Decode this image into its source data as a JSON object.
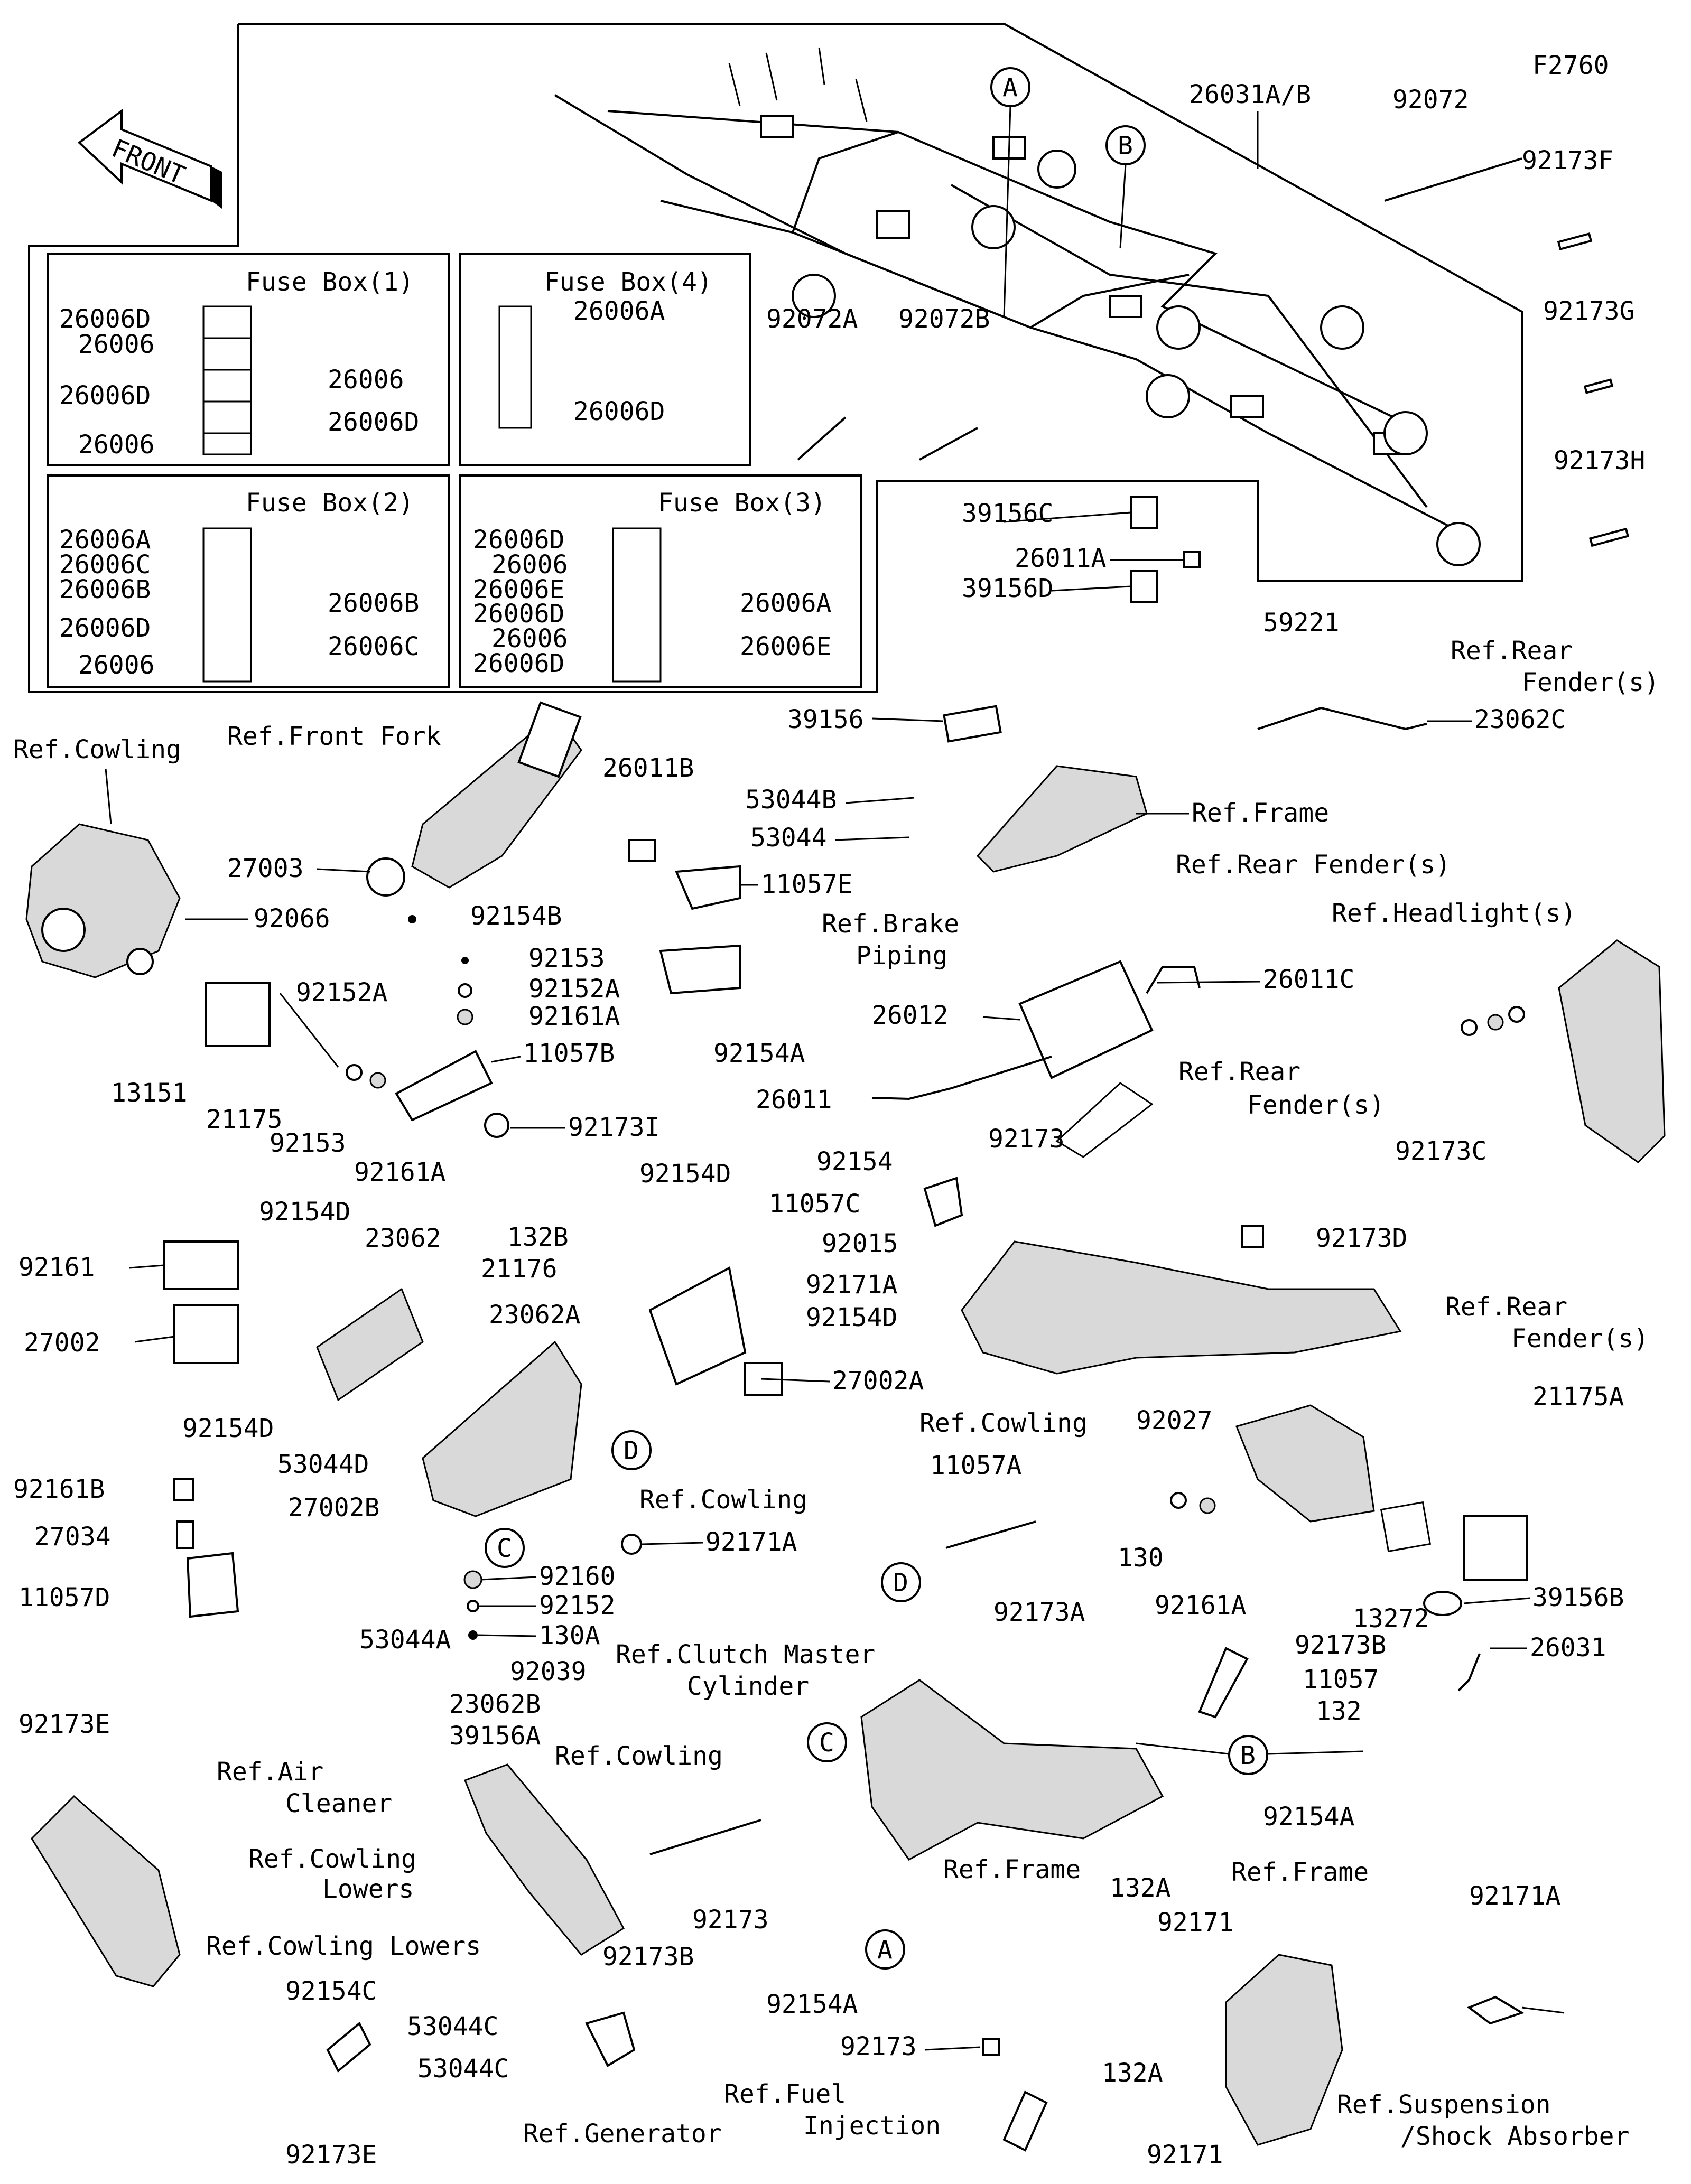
{
  "figure_code": "F2760",
  "front_arrow": "FRONT",
  "circle_refs": [
    "A",
    "B",
    "C",
    "D"
  ],
  "fuse_boxes": {
    "box1": {
      "title": "Fuse Box(1)",
      "left": [
        "26006D",
        "26006",
        "26006D",
        "26006"
      ],
      "right": [
        "26006",
        "26006D"
      ]
    },
    "box2": {
      "title": "Fuse Box(2)",
      "left": [
        "26006A",
        "26006C",
        "26006B",
        "26006D",
        "26006"
      ],
      "right": [
        "26006B",
        "26006C"
      ]
    },
    "box3": {
      "title": "Fuse Box(3)",
      "left": [
        "26006D",
        "26006",
        "26006E",
        "26006D",
        "26006",
        "26006D"
      ],
      "right": [
        "26006A",
        "26006E"
      ]
    },
    "box4": {
      "title": "Fuse Box(4)",
      "right": [
        "26006A",
        "26006D"
      ]
    }
  },
  "labels": {
    "l26031AB": "26031A/B",
    "l92072": "92072",
    "l92173F": "92173F",
    "l92173G": "92173G",
    "l92173H": "92173H",
    "l92072A": "92072A",
    "l92072B": "92072B",
    "l39156C": "39156C",
    "l26011A": "26011A",
    "l39156D": "39156D",
    "l59221": "59221",
    "lRefRearFender1": "Ref.Rear",
    "lRefRearFender1b": "Fender(s)",
    "l23062C": "23062C",
    "l39156": "39156",
    "l53044B": "53044B",
    "l53044": "53044",
    "lRefFrame1": "Ref.Frame",
    "lRefRearFender2": "Ref.Rear Fender(s)",
    "lRefCowling1": "Ref.Cowling",
    "lRefFrontFork": "Ref.Front Fork",
    "l26011B": "26011B",
    "l11057E": "11057E",
    "lRefBrake": "Ref.Brake",
    "lRefBrakeb": "Piping",
    "l27003": "27003",
    "l92066": "92066",
    "l92154B": "92154B",
    "l92153a": "92153",
    "l92152A": "92152A",
    "l92161Aa": "92161A",
    "l92152Ab": "92152A",
    "l11057B": "11057B",
    "l92173I": "92173I",
    "l13151": "13151",
    "l21175": "21175",
    "l92153b": "92153",
    "l92161Ab": "92161A",
    "l26012": "26012",
    "l26011C": "26011C",
    "l92154A1": "92154A",
    "l26011": "26011",
    "lRefRearFender3": "Ref.Rear",
    "lRefRearFender3b": "Fender(s)",
    "lRefHeadlight": "Ref.Headlight(s)",
    "l92173C": "92173C",
    "l92154D1": "92154D",
    "l92154": "92154",
    "l92173": "92173",
    "l11057C": "11057C",
    "l92015": "92015",
    "l92173D": "92173D",
    "l92154D2": "92154D",
    "l23062": "23062",
    "l92161": "92161",
    "l132B": "132B",
    "l21176": "21176",
    "l92171A1": "92171A",
    "l23062A": "23062A",
    "l92154D3": "92154D",
    "l27002": "27002",
    "l27002A": "27002A",
    "lRefRearFender4": "Ref.Rear",
    "lRefRearFender4b": "Fender(s)",
    "l92154D4": "92154D",
    "l53044D": "53044D",
    "l92161B": "92161B",
    "l27002B": "27002B",
    "l27034": "27034",
    "l11057D": "11057D",
    "lRefCowling2": "Ref.Cowling",
    "l92171A2": "92171A",
    "l92160": "92160",
    "l92152": "92152",
    "l130A": "130A",
    "l53044A": "53044A",
    "lRefCowling3": "Ref.Cowling",
    "l11057A": "11057A",
    "l92173A": "92173A",
    "l92027": "92027",
    "l130": "130",
    "l92161A3": "92161A",
    "l21175A": "21175A",
    "l13272": "13272",
    "l39156B": "39156B",
    "l26031": "26031",
    "lRefClutch": "Ref.Clutch Master",
    "lRefClutchb": "Cylinder",
    "l92173B1": "92173B",
    "l11057": "11057",
    "l132": "132",
    "l92039": "92039",
    "l23062B": "23062B",
    "l39156A": "39156A",
    "lRefAir": "Ref.Air",
    "lRefAirb": "Cleaner",
    "lRefCowling4": "Ref.Cowling",
    "l92173B2": "92173B",
    "l92173b": "92173",
    "lRefFrame2": "Ref.Frame",
    "l92154A2": "92154A",
    "l92173E1": "92173E",
    "lRefCowlLowers1": "Ref.Cowling",
    "lRefCowlLowers1b": "Lowers",
    "lRefCowlLowers2": "Ref.Cowling Lowers",
    "l92154C": "92154C",
    "l92173E2": "92173E",
    "l53044C1": "53044C",
    "l53044C2": "53044C",
    "lRefGenerator": "Ref.Generator",
    "l92154A3": "92154A",
    "l92173c": "92173",
    "lRefFuel": "Ref.Fuel",
    "lRefFuelb": "Injection",
    "l132A1": "132A",
    "l92171a": "92171",
    "lRefFrame3": "Ref.Frame",
    "l92171A3": "92171A",
    "l132A2": "132A",
    "l92171b": "92171",
    "lRefSusp": "Ref.Suspension",
    "lRefSuspb": "/Shock Absorber"
  }
}
